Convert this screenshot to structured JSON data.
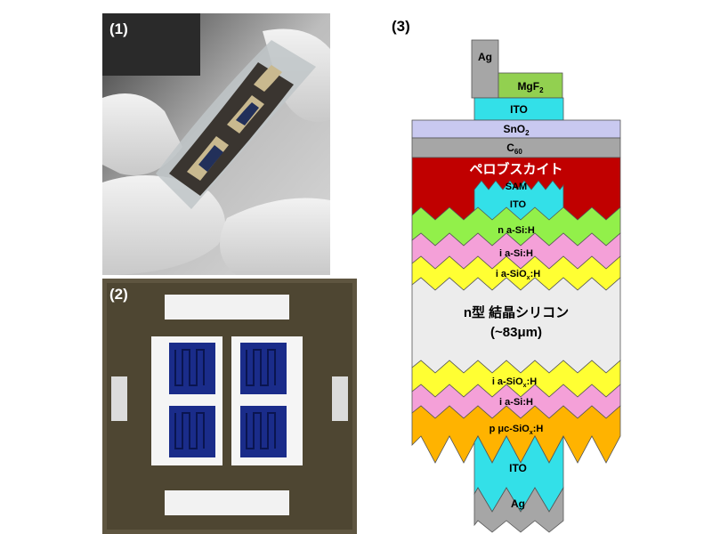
{
  "panels": {
    "p1": {
      "label": "(1)"
    },
    "p2": {
      "label": "(2)"
    },
    "p3": {
      "label": "(3)"
    }
  },
  "layers": {
    "ag_top": "Ag",
    "mgf2": "MgF",
    "mgf2_sub": "2",
    "ito_top": "ITO",
    "sno2": "SnO",
    "sno2_sub": "2",
    "c60": "C",
    "c60_sub": "60",
    "perovskite": "ペロブスカイト",
    "sam": "SAM",
    "ito_mid": "ITO",
    "n_asi": "n a-Si:H",
    "i_asi_top": "i a-Si:H",
    "i_asiox_top": "i a-SiO",
    "i_asiox_top_sub": "x",
    "i_asiox_top_end": ":H",
    "ncsi_line1": "n型 結晶シリコン",
    "ncsi_line2": "(~83μm)",
    "i_asiox_bot": "i a-SiO",
    "i_asiox_bot_sub": "x",
    "i_asiox_bot_end": ":H",
    "i_asi_bot": "i a-Si:H",
    "p_ucsiox": "p μc-SiO",
    "p_ucsiox_sub": "x",
    "p_ucsiox_end": ":H",
    "ito_bot": "ITO",
    "ag_bot": "Ag"
  },
  "colors": {
    "ag": "#a6a6a6",
    "mgf2": "#92d050",
    "ito": "#33e0e8",
    "sno2": "#c9c9f0",
    "c60": "#a6a6a6",
    "perovskite": "#c00000",
    "n_asi": "#92f04a",
    "i_asi": "#f4a0d8",
    "i_asiox": "#ffff33",
    "ncsi": "#ececec",
    "p_ucsiox": "#ffb300",
    "cell_blue": "#1a2c8a"
  },
  "icons": {
    "p1": "flexible-solar-cell-photo",
    "p2": "solar-cell-sample-photo"
  }
}
